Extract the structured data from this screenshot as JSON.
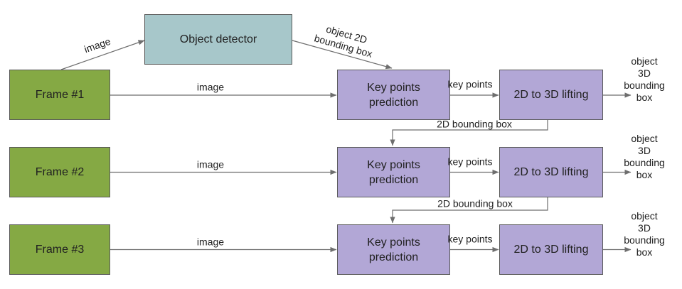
{
  "colors": {
    "frame_fill": "#85a944",
    "detector_fill": "#a7c7ca",
    "module_fill": "#b2a7d6",
    "box_border": "#595959",
    "arrow": "#6e6e6e",
    "text": "#212121"
  },
  "detector": {
    "label": "Object detector",
    "input_label": "image",
    "output_label": "object 2D\nbounding box"
  },
  "rows": [
    {
      "frame_label": "Frame #1",
      "image_label": "image",
      "keypoints_label": "Key points\nprediction",
      "keypoints_output_label": "key points",
      "lifting_label": "2D to 3D lifting",
      "output_label": "object 3D\nbounding box"
    },
    {
      "frame_label": "Frame #2",
      "image_label": "image",
      "keypoints_label": "Key points\nprediction",
      "keypoints_output_label": "key points",
      "lifting_label": "2D to 3D lifting",
      "output_label": "object 3D\nbounding box"
    },
    {
      "frame_label": "Frame #3",
      "image_label": "image",
      "keypoints_label": "Key points\nprediction",
      "keypoints_output_label": "key points",
      "lifting_label": "2D to 3D lifting",
      "output_label": "object 3D\nbounding box"
    }
  ],
  "feedback_labels": [
    "2D bounding box",
    "2D bounding box"
  ]
}
